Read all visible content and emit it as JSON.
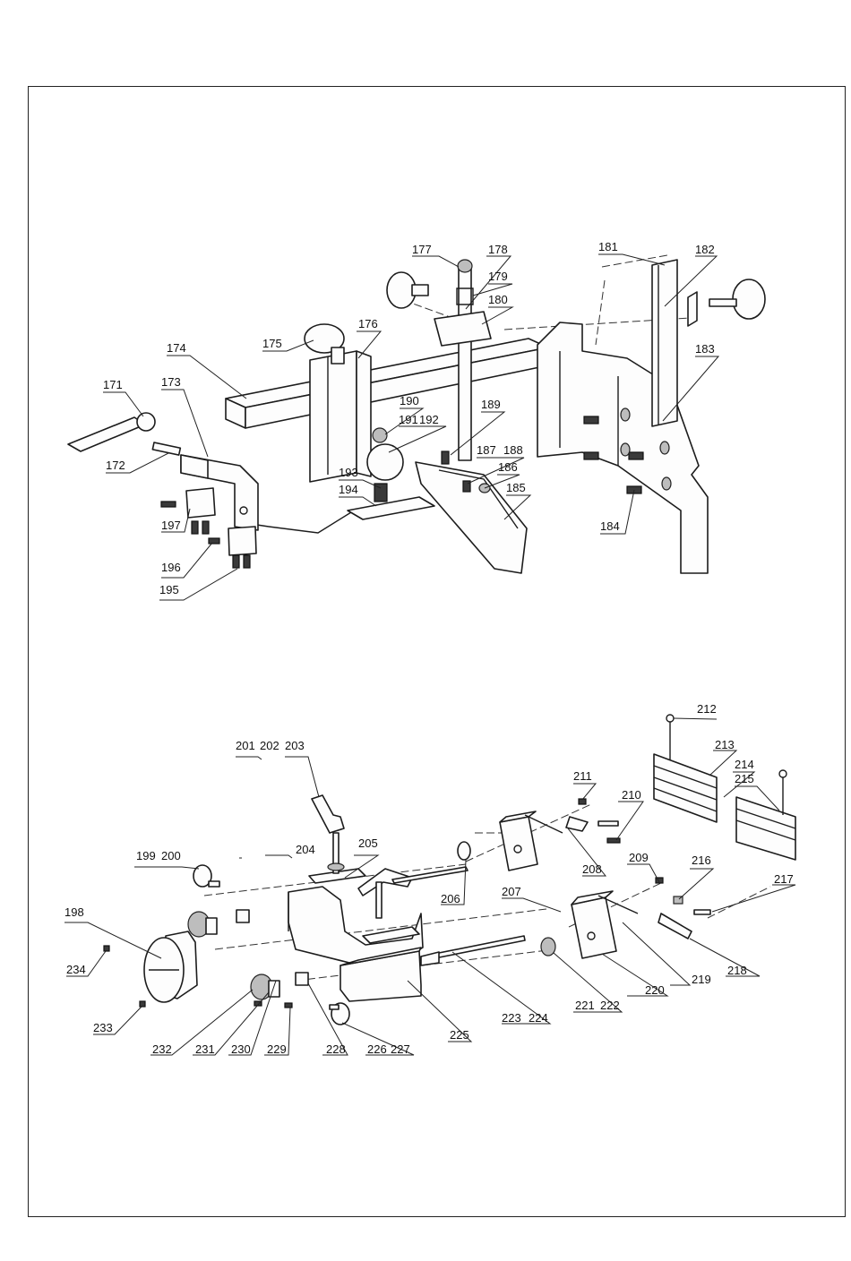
{
  "header_text": "",
  "upper_assembly": {
    "labels": [
      "171",
      "172",
      "173",
      "174",
      "175",
      "176",
      "177",
      "178",
      "179",
      "180",
      "181",
      "182",
      "183",
      "184",
      "185",
      "186",
      "187",
      "188",
      "189",
      "190",
      "191",
      "192",
      "193",
      "194",
      "195",
      "196",
      "197"
    ]
  },
  "lower_assembly": {
    "labels": [
      "198",
      "199",
      "200",
      "201",
      "202",
      "203",
      "204",
      "205",
      "206",
      "207",
      "208",
      "209",
      "210",
      "211",
      "212",
      "213",
      "214",
      "215",
      "216",
      "217",
      "218",
      "219",
      "220",
      "221",
      "222",
      "223",
      "224",
      "225",
      "226",
      "227",
      "228",
      "229",
      "230",
      "231",
      "232",
      "233",
      "234"
    ]
  },
  "colors": {
    "line": "#1c1c1c",
    "frame": "#222222",
    "background": "#ffffff"
  }
}
